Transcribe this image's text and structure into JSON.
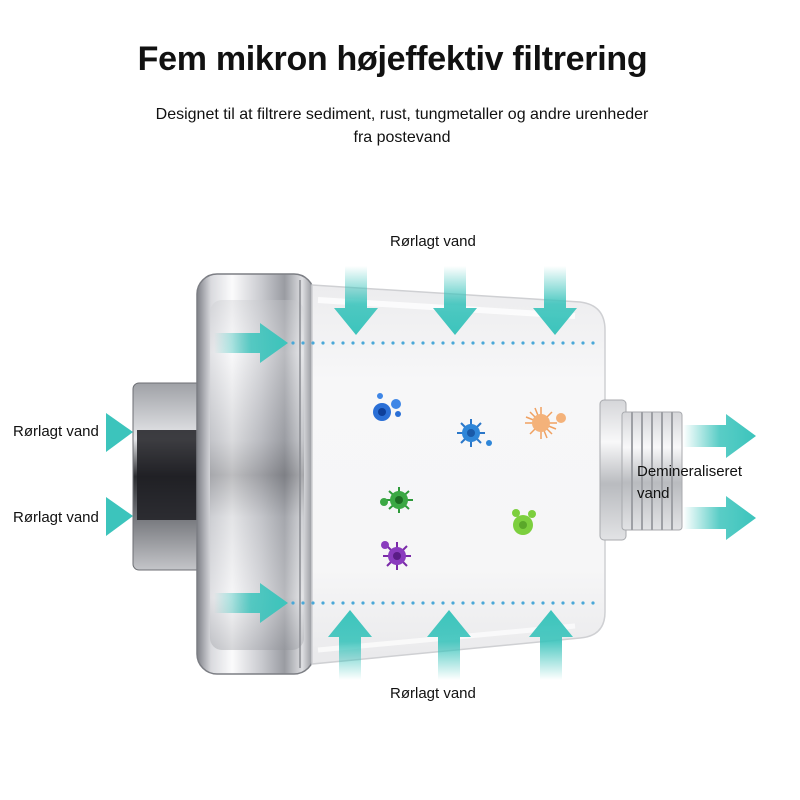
{
  "header": {
    "title": "Fem mikron højeffektiv filtrering",
    "subtitle_line1": "Designet til at filtrere sediment, rust, tungmetaller og andre urenheder",
    "subtitle_line2": "fra postevand"
  },
  "labels": {
    "top": "Rørlagt vand",
    "bottom": "Rørlagt vand",
    "left_upper": "Rørlagt vand",
    "left_lower": "Rørlagt vand",
    "right_line1": "Demineraliseret",
    "right_line2": "vand"
  },
  "colors": {
    "arrow": "#3cc4bc",
    "dots": "#4aa8d8",
    "chrome_light": "#f4f4f6",
    "chrome_dark": "#8d8f96"
  },
  "icons": {
    "contaminants": [
      "blue-germ-icon",
      "blue-virus-icon",
      "orange-virus-icon",
      "green-germ-icon",
      "green-microbe-icon",
      "purple-virus-icon"
    ]
  }
}
